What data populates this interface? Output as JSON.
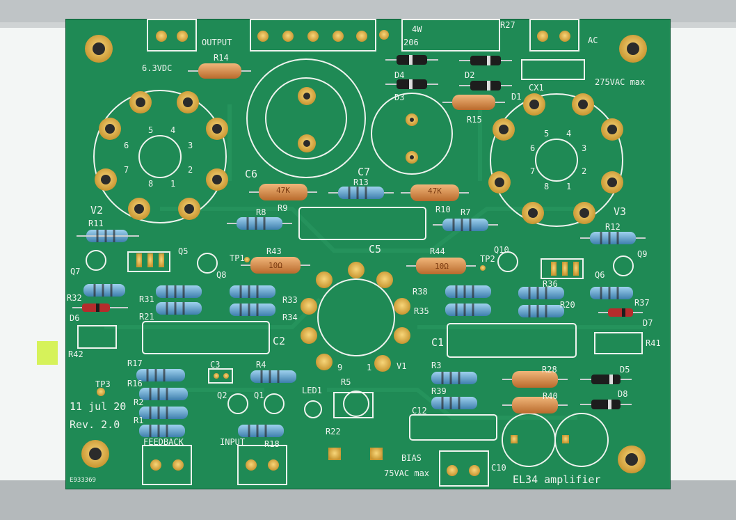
{
  "board": {
    "date": "11 jul 20",
    "revision": "Rev. 2.0",
    "title": "EL34 amplifier",
    "serial": "E933369"
  },
  "labels": {
    "output": "OUTPUT",
    "vdc": "6.3VDC",
    "ac": "AC",
    "vac275": "275VAC max",
    "bias_vac": "75VAC max",
    "feedback": "FEEDBACK",
    "input": "INPUT",
    "bias": "BIAS",
    "r27_box_line1": "4W",
    "r27_box_line2": "206"
  },
  "designators": {
    "R14": "R14",
    "R27": "R27",
    "D4": "D4",
    "D3": "D3",
    "D2": "D2",
    "D1": "D1",
    "CX1": "CX1",
    "R15": "R15",
    "C6": "C6",
    "C7": "C7",
    "R13": "R13",
    "R9": "R9",
    "R8": "R8",
    "R10": "R10",
    "R7": "R7",
    "V2": "V2",
    "V3": "V3",
    "R11": "R11",
    "R12": "R12",
    "Q5": "Q5",
    "Q7": "Q7",
    "Q8": "Q8",
    "TP1": "TP1",
    "R43": "R43",
    "C5": "C5",
    "R44": "R44",
    "TP2": "TP2",
    "Q10": "Q10",
    "Q9": "Q9",
    "Q6": "Q6",
    "R36": "R36",
    "R32": "R32",
    "R31": "R31",
    "R33": "R33",
    "R38": "R38",
    "R37": "R37",
    "D6": "D6",
    "R21": "R21",
    "R34": "R34",
    "R35": "R35",
    "R20": "R20",
    "D7": "D7",
    "R42": "R42",
    "C2": "C2",
    "C1": "C1",
    "R41": "R41",
    "R17": "R17",
    "C3": "C3",
    "R4": "R4",
    "R3": "R3",
    "R28": "R28",
    "D5": "D5",
    "R16": "R16",
    "TP3": "TP3",
    "Q2": "Q2",
    "Q1": "Q1",
    "LED1": "LED1",
    "R5": "R5",
    "R39": "R39",
    "R40": "R40",
    "D8": "D8",
    "R2": "R2",
    "R1": "R1",
    "R18": "R18",
    "C12": "C12",
    "R22": "R22",
    "C10": "C10",
    "V1": "V1"
  },
  "pin_numbers": {
    "p1": "1",
    "p2": "2",
    "p3": "3",
    "p4": "4",
    "p5": "5",
    "p6": "6",
    "p7": "7",
    "p8": "8",
    "p9": "9"
  },
  "resistor_codes": {
    "r9": "47K",
    "r10": "47K",
    "r43": "10Ω",
    "r44": "10Ω",
    "r15": "",
    "r14": "",
    "r28": "",
    "r40": ""
  },
  "colors": {
    "pcb_green": "#1f8a55",
    "silk_white": "#eef3ee",
    "gold_pad": "#e0b44a",
    "resistor_blue": "#5b9cc9",
    "resistor_tan": "#d78a4a",
    "diode_black": "#1d1d1d",
    "rail_gray": "#bfc4c6",
    "sticker_yellow": "#d6f25a"
  }
}
